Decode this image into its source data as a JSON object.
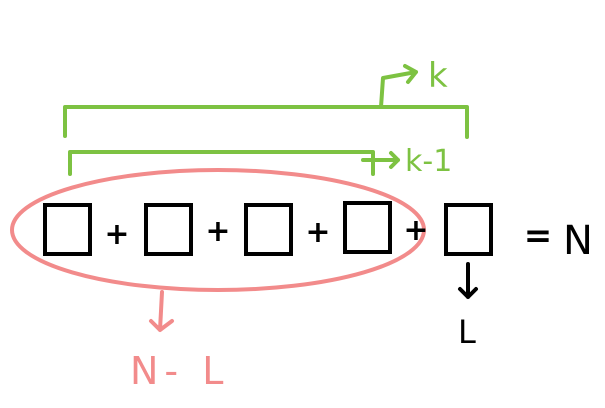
{
  "boxes": 5,
  "operators": [
    "+",
    "+",
    "+",
    "+"
  ],
  "equals": "=",
  "rhs": "N",
  "bracket_outer_label": "k",
  "bracket_inner_label": "k-1",
  "last_box_label": "L",
  "group_label": "N- L",
  "colors": {
    "green": "#7dc242",
    "pink": "#f28b8b",
    "black": "#000000"
  }
}
